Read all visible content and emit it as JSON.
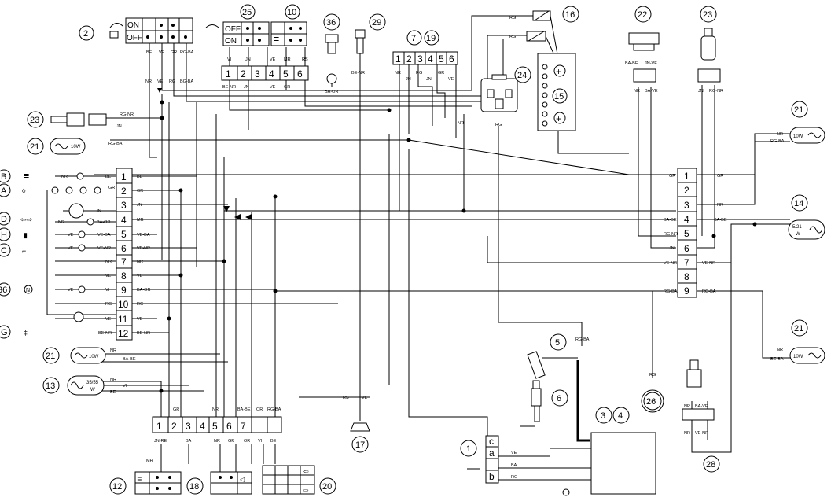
{
  "ignition_switch": {
    "ref": "2",
    "positions": [
      "ON",
      "OFF"
    ],
    "wires": [
      "BE",
      "VE",
      "GR",
      "RG-BA"
    ],
    "wires_out": [
      "NR",
      "VE",
      "RG",
      "BG-BA"
    ]
  },
  "light_switch": {
    "ref": "25",
    "positions": [
      "OFF",
      "ON"
    ],
    "wires": [
      "VI",
      "JN",
      "VE",
      "MR",
      "RS"
    ],
    "pins": [
      "1",
      "2",
      "3",
      "4",
      "5",
      "6"
    ],
    "pin_wires": [
      "BE-NR",
      "JN",
      "VE",
      "GR"
    ]
  },
  "dimmer_switch": {
    "ref": "10"
  },
  "neutral_switch": {
    "ref": "36",
    "wire": "BA-OR"
  },
  "temp_sensor": {
    "ref": "29",
    "wire": "BE-NR"
  },
  "connector_7_19": {
    "refs": [
      "7",
      "19"
    ],
    "pins": [
      "1",
      "2",
      "3",
      "4",
      "5",
      "6"
    ],
    "wires": [
      "NR",
      "JN",
      "RG",
      "JN",
      "GR",
      "VE"
    ]
  },
  "relay_16": {
    "ref": "16",
    "wires": [
      "RG",
      "RG"
    ]
  },
  "flasher": {
    "ref": "24",
    "wires": [
      "NR",
      "RG"
    ]
  },
  "battery": {
    "ref": "15",
    "plus": "+",
    "minus": "+"
  },
  "connector_22": {
    "ref": "22",
    "wires": [
      "BA-BE",
      "JN-VE",
      "NR",
      "BA-VE"
    ]
  },
  "sensor_23": {
    "ref": "23",
    "wires": [
      "JN",
      "RG-NR"
    ]
  },
  "sensor_23_left": {
    "ref": "23",
    "wires": [
      "RG-NR",
      "JN"
    ]
  },
  "lamp_21_left": {
    "ref": "21",
    "label": "10W",
    "wire": "RG-BA"
  },
  "dashboard": {
    "indicators": [
      {
        "letter": "B",
        "wire_left": "NR",
        "wire_right": "BE"
      },
      {
        "letter": "A",
        "wire_right": "GR"
      },
      {
        "letter": "D",
        "wire_right": "JN"
      },
      {
        "letter": "H",
        "wire_left": "NR",
        "wire_right": "BA-OR"
      },
      {
        "letter": "C",
        "wire_left": "VE",
        "wire_right": "VE-BA"
      },
      {
        "letter": "",
        "wire_left": "VE",
        "wire_right": "VE-NR"
      },
      {
        "letter": "36",
        "wire_left": "VE",
        "wire_right": "VI"
      },
      {
        "letter": "G",
        "wire_right": "VE"
      }
    ],
    "glyph_n": "N",
    "pins": [
      "1",
      "2",
      "3",
      "4",
      "5",
      "6",
      "7",
      "8",
      "9",
      "10",
      "11",
      "12"
    ],
    "pin_wires": [
      "BE",
      "GR",
      "JN",
      "MR",
      "VE-BA",
      "VE-NR",
      "NR",
      "VE",
      "BA-OR",
      "RG",
      "VE",
      "BE-NR"
    ]
  },
  "dashboard_extra_wires": [
    "NR",
    "VE",
    "RG",
    "VE",
    "BE-NR"
  ],
  "right_connector": {
    "pins": [
      "1",
      "2",
      "3",
      "4",
      "5",
      "6",
      "7",
      "8",
      "9"
    ],
    "left_wires": [
      "GR",
      "",
      "",
      "BA-BE",
      "RG-NR",
      "JN",
      "VE-NR",
      "",
      "RG-BA"
    ],
    "right_wires": [
      "GR",
      "",
      "NR",
      "BA-BE",
      "",
      "",
      "VE-NR",
      "",
      "RG-BA"
    ]
  },
  "lamp_21_top_right": {
    "ref": "21",
    "label": "10W",
    "wires": [
      "NR",
      "RG-BA"
    ]
  },
  "lamp_14": {
    "ref": "14",
    "label": "5/21\nW",
    "label_lines": [
      "5/21",
      "W"
    ]
  },
  "lamp_21_bottom_right": {
    "ref": "21",
    "label": "10W",
    "wires": [
      "NR",
      "BE-BA"
    ]
  },
  "lamp_21_bottom_left": {
    "ref": "21",
    "label": "10W",
    "wires": [
      "NR",
      "BA-BE"
    ]
  },
  "headlamp_13": {
    "ref": "13",
    "label_lines": [
      "35/55",
      "W"
    ],
    "wires": [
      "NR",
      "VI",
      "BE"
    ]
  },
  "bottom_connector": {
    "pins": [
      "1",
      "2",
      "3",
      "4",
      "5",
      "6",
      "7"
    ],
    "top_wires": [
      "GR",
      "NR",
      "BA-BE",
      "OR",
      "RG-BA"
    ],
    "bottom_wires": [
      "JN-RE",
      "BA",
      "NR",
      "GR",
      "OR",
      "VI",
      "BE"
    ]
  },
  "switch_12": {
    "ref": "12",
    "wire": "MR"
  },
  "switch_18": {
    "ref": "18"
  },
  "switch_20": {
    "ref": "20"
  },
  "horn": {
    "ref": "17",
    "wires": [
      "RS",
      "VE"
    ]
  },
  "hv_lead": {
    "ref": "5",
    "wire": "RG-BA"
  },
  "spark_plug": {
    "ref": "6"
  },
  "cdi": {
    "refs": [
      "3",
      "4"
    ]
  },
  "connector_1": {
    "ref": "1",
    "pins": [
      "c",
      "a",
      "b"
    ],
    "wires": [
      "VE",
      "BA",
      "RG"
    ]
  },
  "fuel_sensor_28": {
    "ref": "28",
    "wires": [
      "NR",
      "BA-VE",
      "NR",
      "VE-NR"
    ]
  },
  "item_26": {
    "ref": "26",
    "wire": "RG"
  },
  "letters": {
    "B": "B",
    "A": "A",
    "D": "D",
    "H": "H",
    "C": "C",
    "N36": "36",
    "G": "G"
  },
  "lamp_21_left_wire2": "RG-BA"
}
